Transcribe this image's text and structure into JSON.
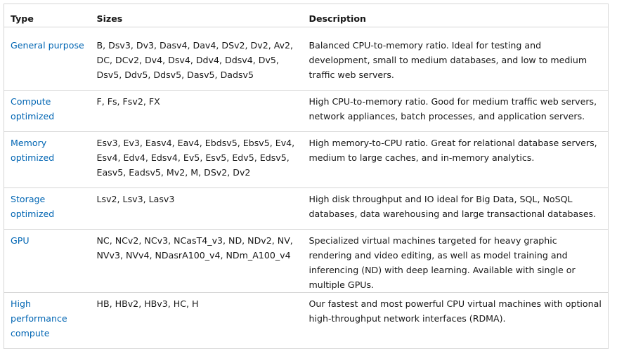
{
  "table": {
    "headers": {
      "type": "Type",
      "sizes": "Sizes",
      "description": "Description"
    },
    "rows": [
      {
        "type": "General purpose",
        "sizes": "B, Dsv3, Dv3, Dasv4, Dav4, DSv2, Dv2, Av2, DC, DCv2, Dv4, Dsv4, Ddv4, Ddsv4, Dv5, Dsv5, Ddv5, Ddsv5, Dasv5, Dadsv5",
        "description": "Balanced CPU-to-memory ratio. Ideal for testing and development, small to medium databases, and low to medium traffic web servers."
      },
      {
        "type": "Compute optimized",
        "sizes": "F, Fs, Fsv2, FX",
        "description": "High CPU-to-memory ratio. Good for medium traffic web servers, network appliances, batch processes, and application servers."
      },
      {
        "type": "Memory optimized",
        "sizes": "Esv3, Ev3, Easv4, Eav4, Ebdsv5, Ebsv5, Ev4, Esv4, Edv4, Edsv4, Ev5, Esv5, Edv5, Edsv5, Easv5, Eadsv5, Mv2, M, DSv2, Dv2",
        "description": "High memory-to-CPU ratio. Great for relational database servers, medium to large caches, and in-memory analytics."
      },
      {
        "type": "Storage optimized",
        "sizes": "Lsv2, Lsv3, Lasv3",
        "description": "High disk throughput and IO ideal for Big Data, SQL, NoSQL databases, data warehousing and large transactional databases."
      },
      {
        "type": "GPU",
        "sizes": "NC, NCv2, NCv3, NCasT4_v3, ND, NDv2, NV, NVv3, NVv4, NDasrA100_v4, NDm_A100_v4",
        "description": "Specialized virtual machines targeted for heavy graphic rendering and video editing, as well as model training and inferencing (ND) with deep learning. Available with single or multiple GPUs."
      },
      {
        "type": "High performance compute",
        "sizes": "HB, HBv2, HBv3, HC, H",
        "description": "Our fastest and most powerful CPU virtual machines with optional high-throughput network interfaces (RDMA)."
      }
    ]
  },
  "colors": {
    "link": "#0065b3",
    "border": "#d6d6d6",
    "text": "#171717"
  }
}
